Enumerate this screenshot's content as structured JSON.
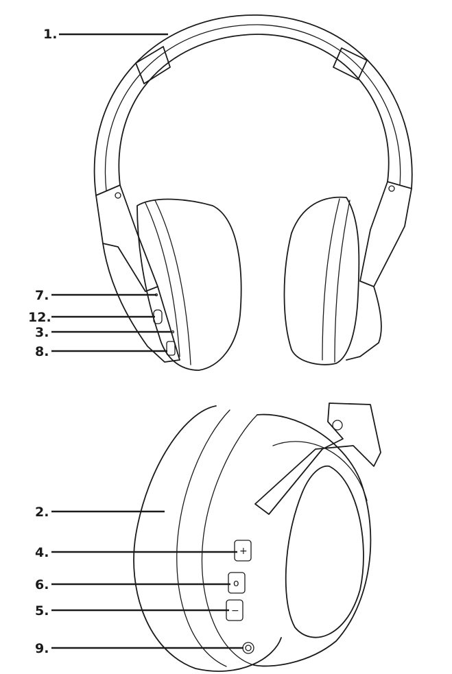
{
  "labels": {
    "top": [
      {
        "id": "1",
        "text": "1."
      },
      {
        "id": "7",
        "text": "7."
      },
      {
        "id": "12",
        "text": "12."
      },
      {
        "id": "3",
        "text": "3."
      },
      {
        "id": "8",
        "text": "8."
      }
    ],
    "bottom": [
      {
        "id": "2",
        "text": "2."
      },
      {
        "id": "4",
        "text": "4."
      },
      {
        "id": "6",
        "text": "6."
      },
      {
        "id": "5",
        "text": "5."
      },
      {
        "id": "9",
        "text": "9."
      }
    ]
  },
  "buttons": {
    "plus": "+",
    "power": "o",
    "minus": "−"
  }
}
